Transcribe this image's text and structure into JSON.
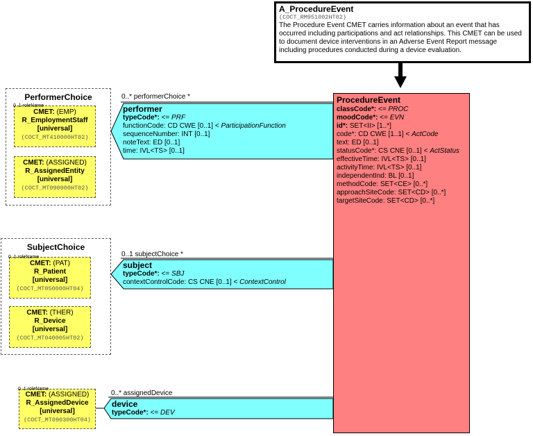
{
  "header": {
    "title": "A_ProcedureEvent",
    "code": "(COCT_RM951002HT02)",
    "description": "The Procedure Event CMET carries information about an event that has occurred including participations and act relationships.  This CMET can be used to document device interventions in an Adverse Event Report message including procedures conducted during a device evaluation."
  },
  "performer_choice": {
    "title": "PerformerChoice",
    "role_name": "0..1 roleName",
    "cmets": [
      {
        "kw": "CMET:",
        "type": "(EMP)",
        "name": "R_EmploymentStaff",
        "scope": "[universal]",
        "code": "(COCT_MT410000HT02)"
      },
      {
        "kw": "CMET:",
        "type": "(ASSIGNED)",
        "name": "R_AssignedEntity",
        "scope": "[universal]",
        "code": "(COCT_MT090000HT02)"
      }
    ]
  },
  "subject_choice": {
    "title": "SubjectChoice",
    "role_name": "0..1 roleName",
    "cmets": [
      {
        "kw": "CMET:",
        "type": "(PAT)",
        "name": "R_Patient",
        "scope": "[universal]",
        "code": "(COCT_MT050000HT04)"
      },
      {
        "kw": "CMET:",
        "type": "(THER)",
        "name": "R_Device",
        "scope": "[universal]",
        "code": "(COCT_MT040005HT02)"
      }
    ]
  },
  "device_cmet": {
    "role_name": "0..1 roleName",
    "kw": "CMET:",
    "type": "(ASSIGNED)",
    "name": "R_AssignedDevice",
    "scope": "[universal]",
    "code": "(COCT_MT090300HT04)"
  },
  "performer": {
    "label": "0..* performerChoice  *",
    "title": "performer",
    "attrs": [
      {
        "name": "typeCode*:",
        "bold": true,
        "rest": " <= ",
        "tail": "PRF",
        "tail_italic": true
      },
      {
        "name": "functionCode: CD CWE [0..1] < ",
        "bold": false,
        "rest": "",
        "tail": "ParticipationFunction",
        "tail_italic": true
      },
      {
        "name": "sequenceNumber: INT [0..1]",
        "bold": false,
        "rest": "",
        "tail": "",
        "tail_italic": false
      },
      {
        "name": "noteText: ED [0..1]",
        "bold": false,
        "rest": "",
        "tail": "",
        "tail_italic": false
      },
      {
        "name": "time: IVL<TS> [0..1]",
        "bold": false,
        "rest": "",
        "tail": "",
        "tail_italic": false
      }
    ]
  },
  "subject": {
    "label": "0..1 subjectChoice  *",
    "title": "subject",
    "attrs": [
      {
        "name": "typeCode*:",
        "bold": true,
        "rest": " <= ",
        "tail": "SBJ",
        "tail_italic": true
      },
      {
        "name": "contextControlCode: CS CNE [0..1] < ",
        "bold": false,
        "rest": "",
        "tail": "ContextControl",
        "tail_italic": true
      }
    ]
  },
  "device": {
    "label": "0..* assignedDevice",
    "title": "device",
    "attrs": [
      {
        "name": "typeCode*:",
        "bold": true,
        "rest": " <= ",
        "tail": "DEV",
        "tail_italic": true
      }
    ]
  },
  "procedure_event": {
    "title": "ProcedureEvent",
    "attrs": [
      {
        "name": "classCode*:",
        "bold": true,
        "rest": " <= ",
        "tail": "PROC",
        "tail_italic": true
      },
      {
        "name": "moodCode*:",
        "bold": true,
        "rest": " <= ",
        "tail": "EVN",
        "tail_italic": true
      },
      {
        "name": "id*:",
        "bold": true,
        "rest": " SET<II> [1..*]",
        "tail": "",
        "tail_italic": false
      },
      {
        "name": "code*: CD CWE [1..1] < ",
        "bold": false,
        "rest": "",
        "tail": "ActCode",
        "tail_italic": true
      },
      {
        "name": "text: ED [0..1]",
        "bold": false,
        "rest": "",
        "tail": "",
        "tail_italic": false
      },
      {
        "name": "statusCode*: CS CNE [0..1] < ",
        "bold": false,
        "rest": "",
        "tail": "ActStatus",
        "tail_italic": true
      },
      {
        "name": "effectiveTime: IVL<TS> [0..1]",
        "bold": false,
        "rest": "",
        "tail": "",
        "tail_italic": false
      },
      {
        "name": "activityTime: IVL<TS> [0..1]",
        "bold": false,
        "rest": "",
        "tail": "",
        "tail_italic": false
      },
      {
        "name": "independentInd: BL [0..1]",
        "bold": false,
        "rest": "",
        "tail": "",
        "tail_italic": false
      },
      {
        "name": "methodCode: SET<CE> [0..*]",
        "bold": false,
        "rest": "",
        "tail": "",
        "tail_italic": false
      },
      {
        "name": "approachSiteCode: SET<CD> [0..*]",
        "bold": false,
        "rest": "",
        "tail": "",
        "tail_italic": false
      },
      {
        "name": "targetSiteCode: SET<CD> [0..*]",
        "bold": false,
        "rest": "",
        "tail": "",
        "tail_italic": false
      }
    ]
  },
  "colors": {
    "act": "#ff8080",
    "participation": "#80ffff",
    "cmet": "#ffff66"
  }
}
